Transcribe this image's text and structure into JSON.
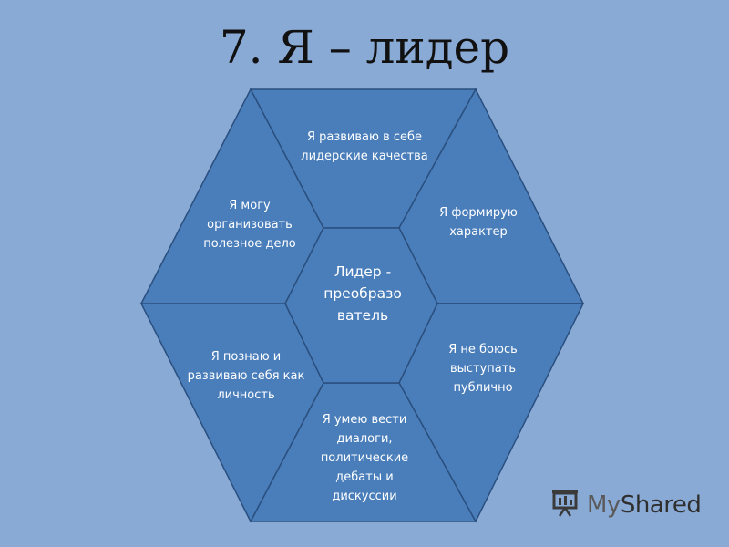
{
  "slide": {
    "title": "7. Я – лидер"
  },
  "diagram": {
    "center": "Лидер - преобразо ватель",
    "segments": {
      "top": "Я развиваю в себе лидерские качества",
      "upper_right": "Я формирую характер",
      "lower_right": "Я не боюсь выступать публично",
      "bottom": "Я умею вести диалоги, политические дебаты и дискуссии",
      "lower_left": "Я познаю и развиваю себя как личность",
      "upper_left": "Я могу организовать полезное дело"
    },
    "colors": {
      "segment_fill": "#4a7ebb",
      "segment_stroke": "#2a4f7e",
      "background": "#8aaad6"
    }
  },
  "watermark": {
    "part1": "My",
    "part2": "Shared"
  }
}
